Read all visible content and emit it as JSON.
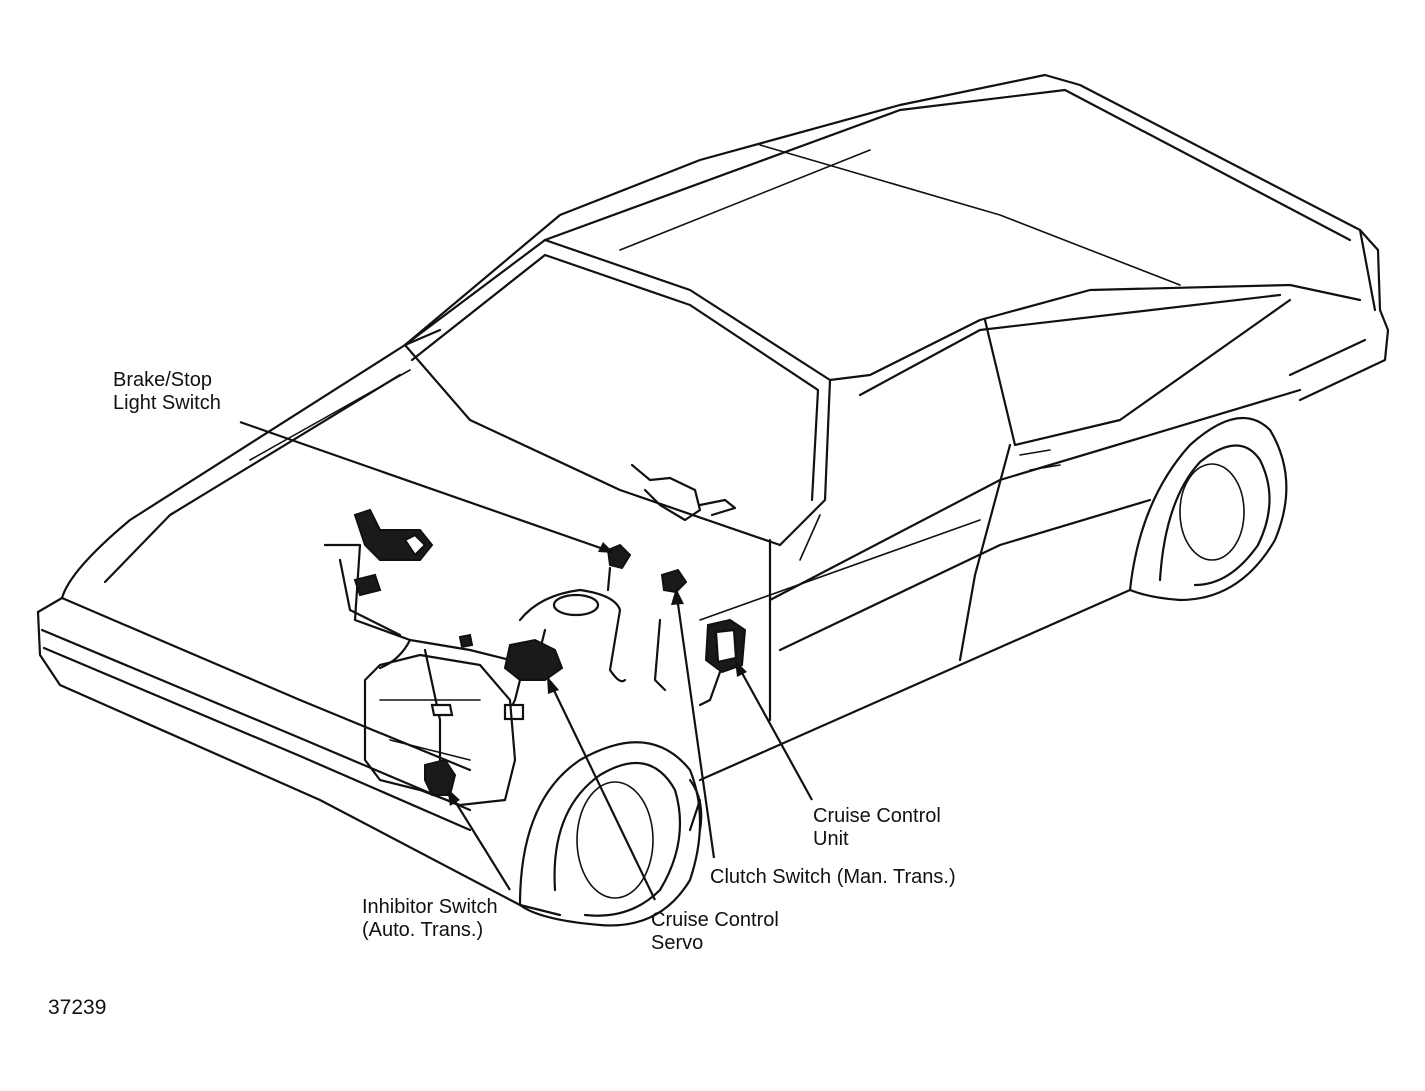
{
  "figure_number": "37239",
  "labels": {
    "brake_stop": {
      "line1": "Brake/Stop",
      "line2": "Light Switch"
    },
    "cruise_unit": {
      "line1": "Cruise Control",
      "line2": "Unit"
    },
    "clutch_switch": {
      "line1": "Clutch Switch (Man. Trans.)"
    },
    "inhibitor_switch": {
      "line1": "Inhibitor Switch",
      "line2": "(Auto. Trans.)"
    },
    "cruise_servo": {
      "line1": "Cruise Control",
      "line2": "Servo"
    }
  }
}
